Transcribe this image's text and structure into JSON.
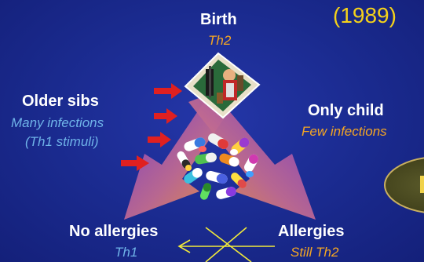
{
  "year": "(1989)",
  "birth": {
    "title": "Birth",
    "sub": "Th2"
  },
  "older_sibs": {
    "title": "Older sibs",
    "line1": "Many infections",
    "line2": "(Th1 stimuli)"
  },
  "only_child": {
    "title": "Only child",
    "sub": "Few infections"
  },
  "no_allergies": {
    "title": "No allergies",
    "sub": "Th1"
  },
  "allergies": {
    "title": "Allergies",
    "sub": "Still Th2"
  },
  "colors": {
    "background": "#1a2a8e",
    "accent_orange": "#f5a623",
    "accent_blue": "#6fb3e8",
    "year_yellow": "#f5d21a",
    "red_arrow": "#e02020",
    "cross": "#f2ea3a"
  }
}
